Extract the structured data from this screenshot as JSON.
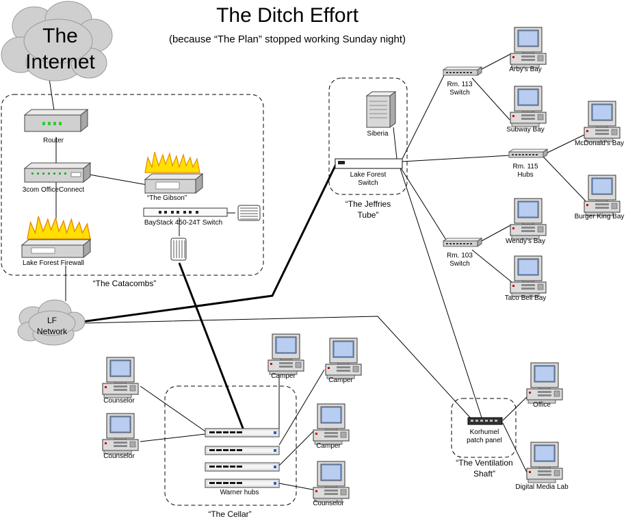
{
  "title": "The Ditch Effort",
  "subtitle": "(because “The Plan” stopped working Sunday night)",
  "clouds": {
    "internet": [
      "The",
      "Internet"
    ],
    "lf_network": [
      "LF",
      "Network"
    ]
  },
  "groups": {
    "catacombs": "“The Catacombs”",
    "jeffries": [
      "“The Jeffries",
      "Tube”"
    ],
    "cellar": "“The Cellar”",
    "ventilation": [
      "“The Ventilation",
      "Shaft”"
    ]
  },
  "devices": {
    "router": "Router",
    "officeconnect": "3com OfficeConnect",
    "firewall": "Lake Forest Firewall",
    "gibson": "“The Gibson”",
    "baystack": "BayStack 450-24T Switch",
    "siberia": "Siberia",
    "lf_switch": [
      "Lake Forest",
      "Switch"
    ],
    "rm113": [
      "Rm. 113",
      "Switch"
    ],
    "rm115": [
      "Rm. 115",
      "Hubs"
    ],
    "rm103": [
      "Rm. 103",
      "Switch"
    ],
    "korhumel": [
      "Korhumel",
      "patch panel"
    ],
    "warner": "Warner hubs"
  },
  "computers": {
    "arbys": "Arby’s Bay",
    "subway": "Subway Bay",
    "mcdonalds": "McDonald’s Bay",
    "burgerking": "Burger King Bay",
    "wendys": "Wendy’s Bay",
    "tacobell": "Taco Bell Bay",
    "office": "Office",
    "dml": "Digital Media Lab",
    "counselor1": "Counselor",
    "counselor2": "Counselor",
    "counselor3": "Counselor",
    "camper1": "Camper",
    "camper2": "Camper",
    "camper3": "Camper"
  }
}
